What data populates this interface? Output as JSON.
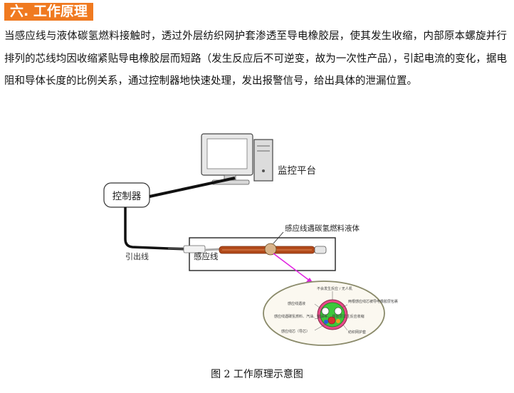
{
  "heading": "六. 工作原理",
  "paragraph": "当感应线与液体碳氢燃料接触时，透过外层纺织网护套渗透至导电橡胶层，使其发生收缩，内部原本螺旋并行排列的芯线均因收缩紧贴导电橡胶层而短路（发生反应后不可逆变，故为一次性产品），引起电流的变化，据电阻和导体长度的比例关系，通过控制器地快速处理，发出报警信号，给出具体的泄漏位置。",
  "figure": {
    "monitor_label": "监控平台",
    "controller_label": "控制器",
    "lead_wire_label": "引出线",
    "sensing_cable_label": "感应线",
    "fuel_contact_label": "感应线遇碳氢燃料液体",
    "detail": {
      "top_label": "不会发生反应 / 无人机",
      "left_top_label": "感应线遇液",
      "left_mid_label": "感应线遇碳氢燃料、汽油、柴油等，\n橡胶层发生反应收缩",
      "left_bottom_label": "感应线芯（导芯）",
      "right_top_label": "两根感应线芯被导电橡胶层包裹",
      "right_bottom_label": "纺织网护套"
    }
  },
  "caption": "图 2 工作原理示意图",
  "colors": {
    "heading_bg": "#f07a20",
    "cable": "#b24a1a",
    "arrow": "#e020e0",
    "detail_green": "#3cc83c",
    "detail_pink": "#e84a8a"
  }
}
